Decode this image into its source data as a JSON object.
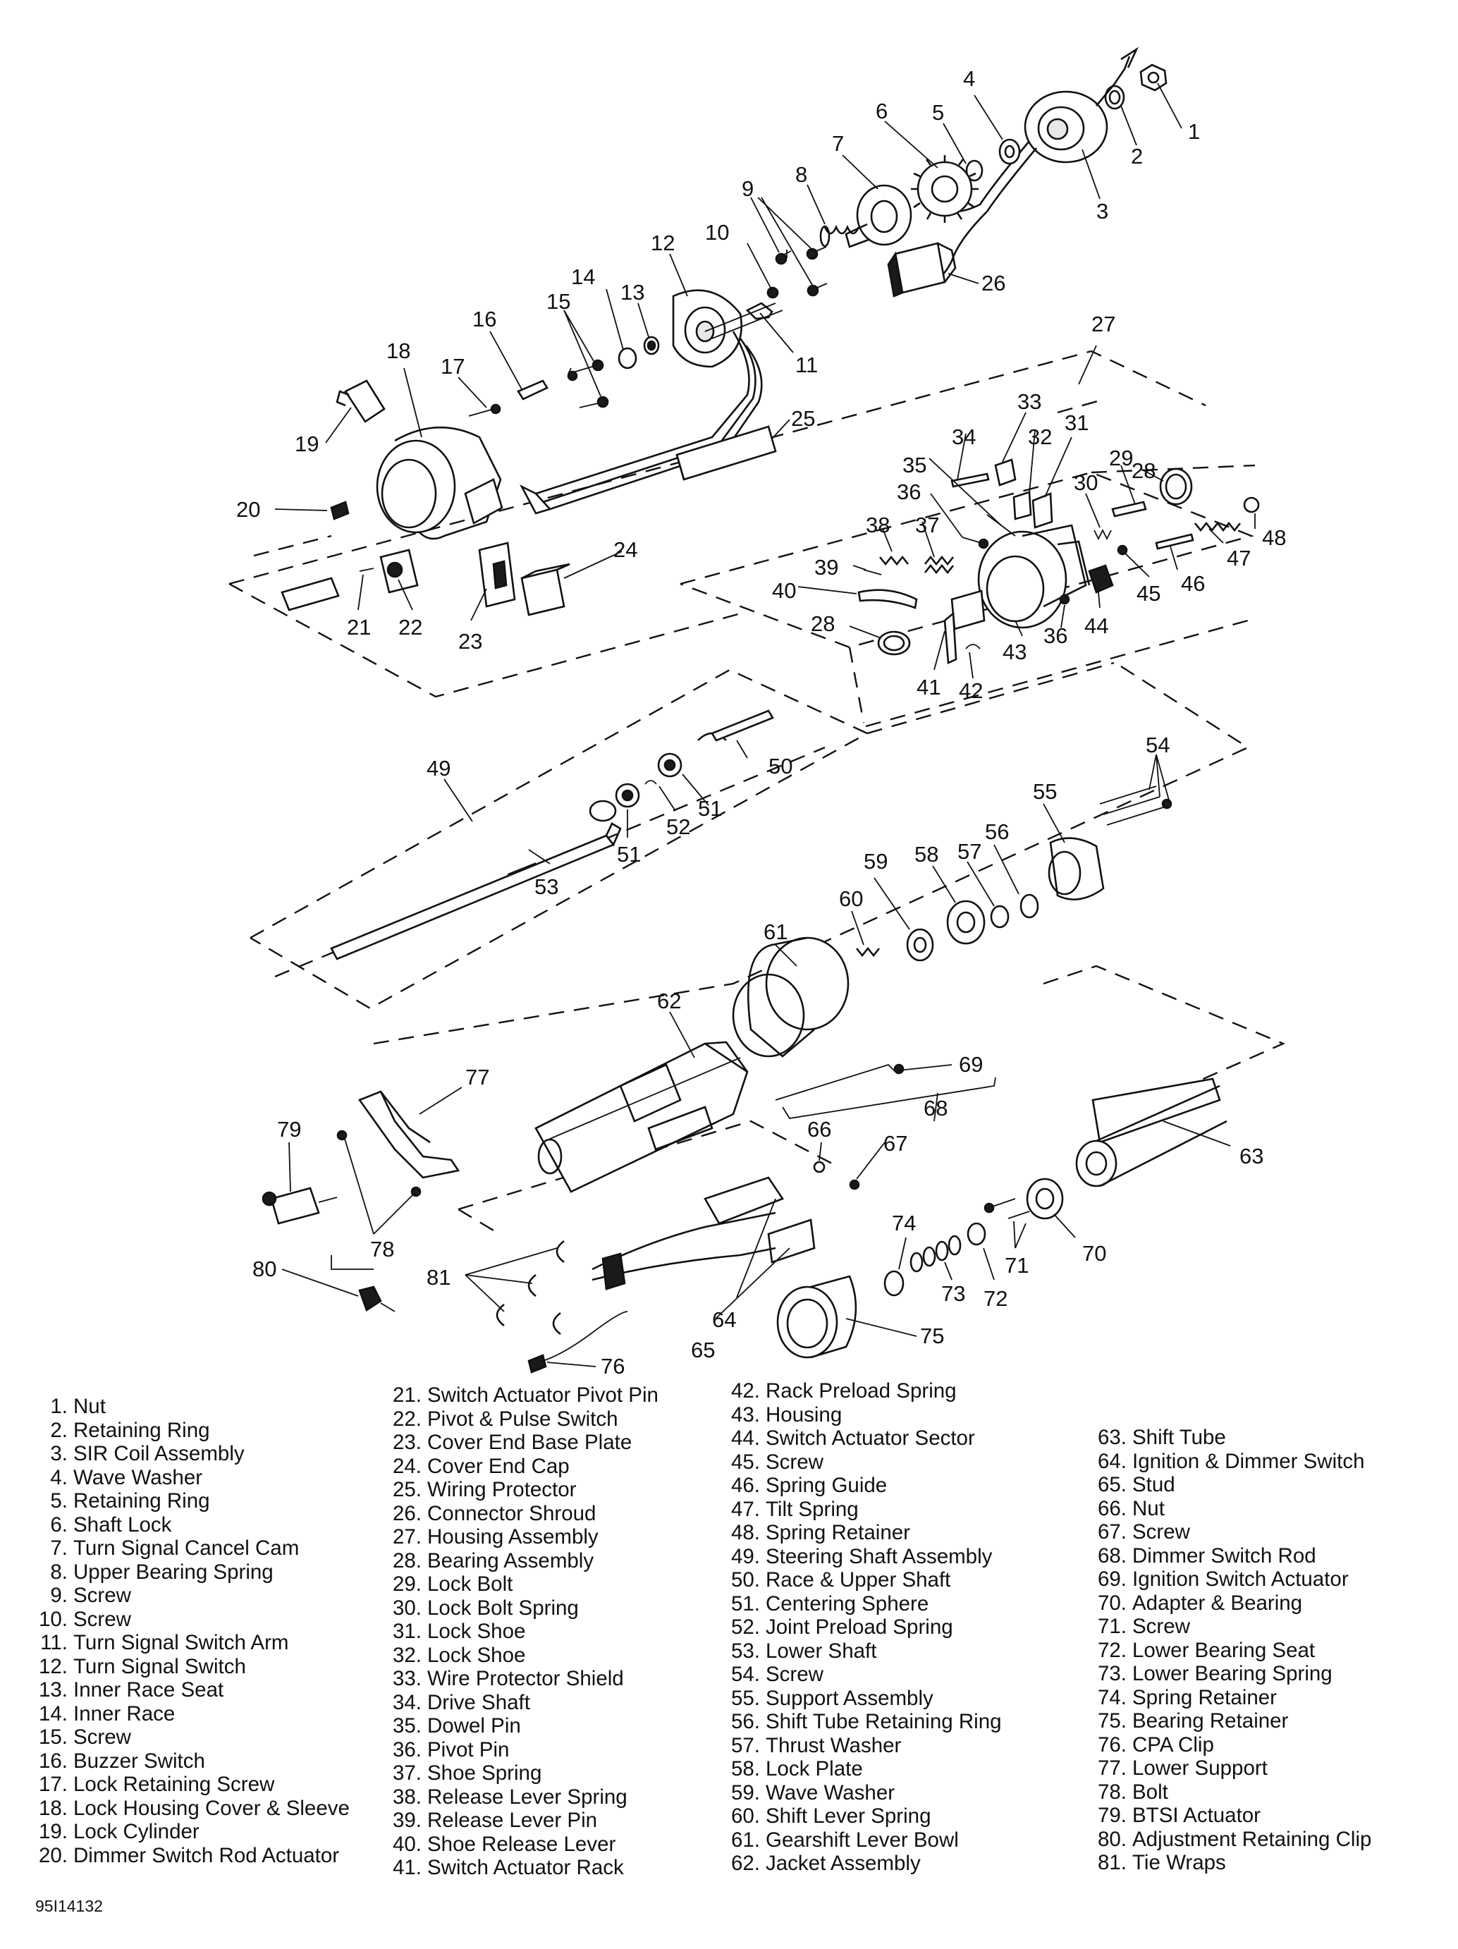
{
  "callouts": [
    "1",
    "2",
    "3",
    "4",
    "5",
    "6",
    "7",
    "8",
    "9",
    "10",
    "11",
    "12",
    "13",
    "14",
    "15",
    "16",
    "17",
    "18",
    "19",
    "20",
    "21",
    "22",
    "23",
    "24",
    "25",
    "26",
    "27",
    "28",
    "28",
    "29",
    "30",
    "31",
    "32",
    "33",
    "34",
    "35",
    "36",
    "36",
    "37",
    "38",
    "39",
    "40",
    "41",
    "42",
    "43",
    "44",
    "45",
    "46",
    "47",
    "48",
    "49",
    "50",
    "51",
    "51",
    "52",
    "53",
    "54",
    "55",
    "56",
    "57",
    "58",
    "59",
    "60",
    "61",
    "62",
    "63",
    "64",
    "65",
    "66",
    "67",
    "68",
    "69",
    "70",
    "71",
    "72",
    "73",
    "74",
    "75",
    "76",
    "77",
    "78",
    "79",
    "80",
    "81"
  ],
  "legend": {
    "col1": [
      {
        "num": "1.",
        "label": "Nut"
      },
      {
        "num": "2.",
        "label": "Retaining Ring"
      },
      {
        "num": "3.",
        "label": "SIR Coil Assembly"
      },
      {
        "num": "4.",
        "label": "Wave Washer"
      },
      {
        "num": "5.",
        "label": "Retaining Ring"
      },
      {
        "num": "6.",
        "label": "Shaft Lock"
      },
      {
        "num": "7.",
        "label": "Turn Signal Cancel Cam"
      },
      {
        "num": "8.",
        "label": "Upper Bearing Spring"
      },
      {
        "num": "9.",
        "label": "Screw"
      },
      {
        "num": "10.",
        "label": "Screw"
      },
      {
        "num": "11.",
        "label": "Turn Signal Switch Arm"
      },
      {
        "num": "12.",
        "label": "Turn Signal Switch"
      },
      {
        "num": "13.",
        "label": "Inner Race Seat"
      },
      {
        "num": "14.",
        "label": "Inner Race"
      },
      {
        "num": "15.",
        "label": "Screw"
      },
      {
        "num": "16.",
        "label": "Buzzer Switch"
      },
      {
        "num": "17.",
        "label": "Lock Retaining Screw"
      },
      {
        "num": "18.",
        "label": "Lock Housing Cover & Sleeve"
      },
      {
        "num": "19.",
        "label": "Lock Cylinder"
      },
      {
        "num": "20.",
        "label": "Dimmer Switch Rod Actuator"
      }
    ],
    "col2": [
      {
        "num": "21.",
        "label": "Switch Actuator Pivot Pin"
      },
      {
        "num": "22.",
        "label": "Pivot & Pulse Switch"
      },
      {
        "num": "23.",
        "label": "Cover End Base Plate"
      },
      {
        "num": "24.",
        "label": "Cover End Cap"
      },
      {
        "num": "25.",
        "label": "Wiring Protector"
      },
      {
        "num": "26.",
        "label": "Connector Shroud"
      },
      {
        "num": "27.",
        "label": "Housing Assembly"
      },
      {
        "num": "28.",
        "label": "Bearing Assembly"
      },
      {
        "num": "29.",
        "label": "Lock Bolt"
      },
      {
        "num": "30.",
        "label": "Lock Bolt Spring"
      },
      {
        "num": "31.",
        "label": "Lock Shoe"
      },
      {
        "num": "32.",
        "label": "Lock Shoe"
      },
      {
        "num": "33.",
        "label": "Wire Protector Shield"
      },
      {
        "num": "34.",
        "label": "Drive Shaft"
      },
      {
        "num": "35.",
        "label": "Dowel Pin"
      },
      {
        "num": "36.",
        "label": "Pivot Pin"
      },
      {
        "num": "37.",
        "label": "Shoe Spring"
      },
      {
        "num": "38.",
        "label": "Release Lever Spring"
      },
      {
        "num": "39.",
        "label": "Release Lever Pin"
      },
      {
        "num": "40.",
        "label": "Shoe Release Lever"
      },
      {
        "num": "41.",
        "label": "Switch Actuator Rack"
      }
    ],
    "col3": [
      {
        "num": "42.",
        "label": "Rack Preload Spring"
      },
      {
        "num": "43.",
        "label": "Housing"
      },
      {
        "num": "44.",
        "label": "Switch Actuator Sector"
      },
      {
        "num": "45.",
        "label": "Screw"
      },
      {
        "num": "46.",
        "label": "Spring Guide"
      },
      {
        "num": "47.",
        "label": "Tilt Spring"
      },
      {
        "num": "48.",
        "label": "Spring Retainer"
      },
      {
        "num": "49.",
        "label": "Steering Shaft Assembly"
      },
      {
        "num": "50.",
        "label": "Race & Upper Shaft"
      },
      {
        "num": "51.",
        "label": "Centering Sphere"
      },
      {
        "num": "52.",
        "label": "Joint Preload Spring"
      },
      {
        "num": "53.",
        "label": "Lower Shaft"
      },
      {
        "num": "54.",
        "label": "Screw"
      },
      {
        "num": "55.",
        "label": "Support Assembly"
      },
      {
        "num": "56.",
        "label": "Shift Tube Retaining Ring"
      },
      {
        "num": "57.",
        "label": "Thrust Washer"
      },
      {
        "num": "58.",
        "label": "Lock Plate"
      },
      {
        "num": "59.",
        "label": "Wave Washer"
      },
      {
        "num": "60.",
        "label": "Shift Lever Spring"
      },
      {
        "num": "61.",
        "label": "Gearshift Lever Bowl"
      },
      {
        "num": "62.",
        "label": "Jacket Assembly"
      }
    ],
    "col4": [
      {
        "num": "63.",
        "label": "Shift Tube"
      },
      {
        "num": "64.",
        "label": "Ignition & Dimmer Switch"
      },
      {
        "num": "65.",
        "label": "Stud"
      },
      {
        "num": "66.",
        "label": "Nut"
      },
      {
        "num": "67.",
        "label": "Screw"
      },
      {
        "num": "68.",
        "label": "Dimmer Switch Rod"
      },
      {
        "num": "69.",
        "label": "Ignition Switch Actuator"
      },
      {
        "num": "70.",
        "label": "Adapter & Bearing"
      },
      {
        "num": "71.",
        "label": "Screw"
      },
      {
        "num": "72.",
        "label": "Lower Bearing Seat"
      },
      {
        "num": "73.",
        "label": "Lower Bearing Spring"
      },
      {
        "num": "74.",
        "label": "Spring Retainer"
      },
      {
        "num": "75.",
        "label": "Bearing Retainer"
      },
      {
        "num": "76.",
        "label": "CPA Clip"
      },
      {
        "num": "77.",
        "label": "Lower Support"
      },
      {
        "num": "78.",
        "label": "Bolt"
      },
      {
        "num": "79.",
        "label": "BTSI Actuator"
      },
      {
        "num": "80.",
        "label": "Adjustment Retaining Clip"
      },
      {
        "num": "81.",
        "label": "Tie Wraps"
      }
    ]
  },
  "figure_code": "95I14132"
}
